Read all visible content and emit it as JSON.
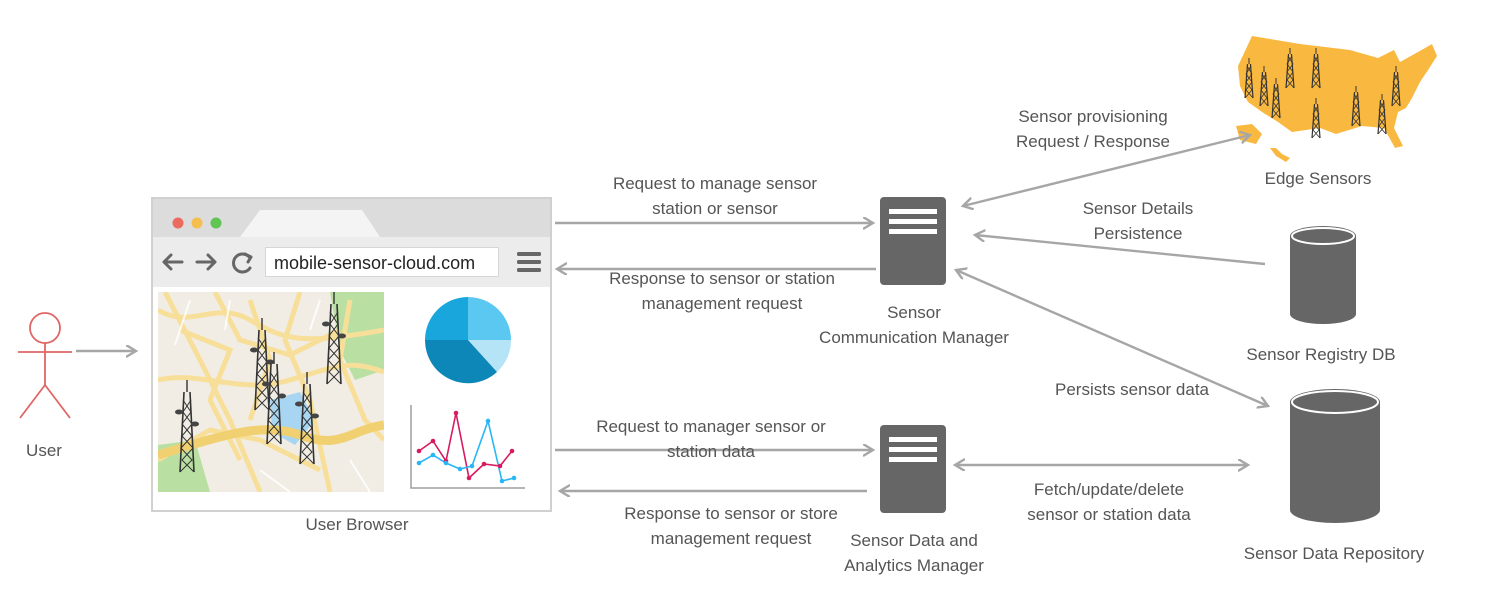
{
  "colors": {
    "arrow": "#a6a6a6",
    "server": "#666666",
    "actor": "#e06666",
    "map_accent": "#f9b940",
    "pie": [
      "#5ac8f0",
      "#19a6dc",
      "#0d86b8",
      "#b5e4f7"
    ],
    "line_series": [
      "#d81b60",
      "#29b6f6"
    ]
  },
  "actor": {
    "label": "User"
  },
  "browser": {
    "label": "User Browser",
    "url": "mobile-sensor-cloud.com",
    "icons": [
      "back-arrow-icon",
      "forward-arrow-icon",
      "reload-icon",
      "hamburger-menu-icon"
    ],
    "window_dots": [
      "#ec6a5e",
      "#f4bf4f",
      "#61c554"
    ]
  },
  "components": {
    "comm_manager": {
      "line1": "Sensor",
      "line2": "Communication Manager"
    },
    "analytics_manager": {
      "line1": "Sensor Data and",
      "line2": "Analytics Manager"
    },
    "edge_sensors": {
      "label": "Edge Sensors"
    },
    "registry_db": {
      "label": "Sensor Registry DB"
    },
    "data_repo": {
      "label": "Sensor Data Repository"
    }
  },
  "edges": {
    "req_manage": {
      "line1": "Request to manage sensor",
      "line2": "station or sensor"
    },
    "resp_manage": {
      "line1": "Response to sensor or station",
      "line2": "management request"
    },
    "req_data": {
      "line1": "Request to manager sensor or",
      "line2": "station data"
    },
    "resp_data": {
      "line1": "Response to sensor or store",
      "line2": "management request"
    },
    "provisioning": {
      "line1": "Sensor provisioning",
      "line2": "Request / Response"
    },
    "details": {
      "line1": "Sensor Details",
      "line2": "Persistence"
    },
    "persists": {
      "line1": "Persists sensor data"
    },
    "fetch": {
      "line1": "Fetch/update/delete",
      "line2": "sensor or station data"
    }
  }
}
